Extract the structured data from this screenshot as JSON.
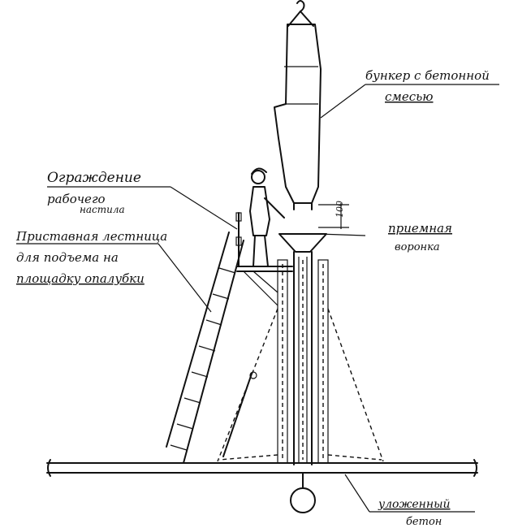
{
  "labels": {
    "hopper_line1": "бункер с бетонной",
    "hopper_line2": "смесью",
    "railing_line1": "Ограждение",
    "railing_line2": "рабочего",
    "railing_line3": "настила",
    "ladder_line1": "Приставная лестница",
    "ladder_line2": "для подъема на",
    "ladder_line3": "площадку опалубки",
    "funnel_line1": "приемная",
    "funnel_line2": "воронка",
    "concrete_line1": "уложенный",
    "concrete_line2": "бетон",
    "dimension": "100"
  }
}
